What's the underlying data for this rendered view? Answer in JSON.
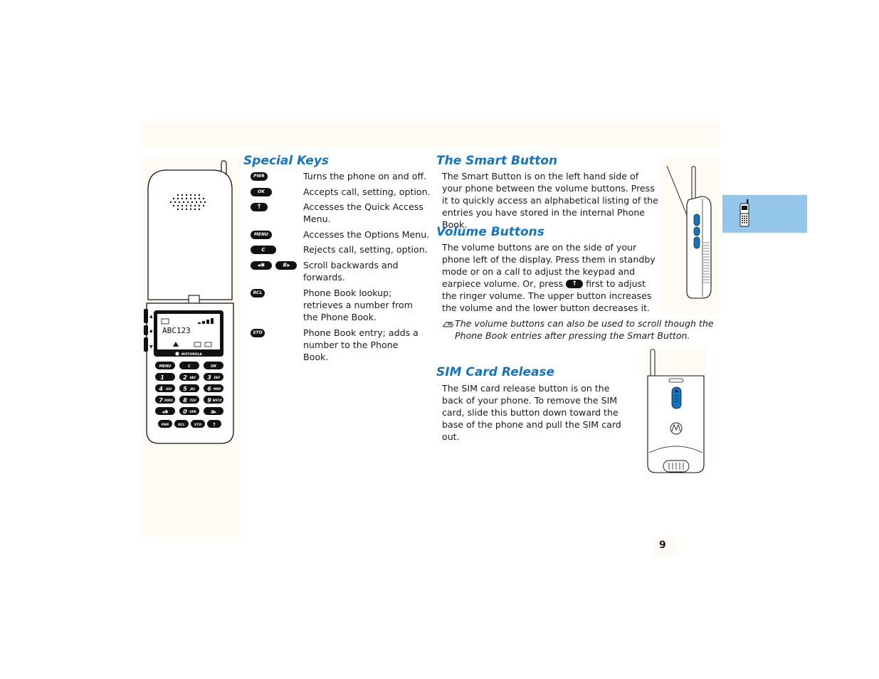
{
  "special_keys": {
    "title": "Special Keys",
    "items": [
      {
        "icon": "pwr-key",
        "label": "PWR",
        "desc": "Turns the phone on and off."
      },
      {
        "icon": "ok-key",
        "label": "OK",
        "desc": "Accepts call, setting, option."
      },
      {
        "icon": "quick-access-key",
        "label": "",
        "desc": "Accesses the Quick Access Menu."
      },
      {
        "icon": "menu-key",
        "label": "MENU",
        "desc": "Accesses the Options Menu."
      },
      {
        "icon": "c-key",
        "label": "C",
        "desc": "Rejects call, setting, option."
      },
      {
        "icon": "scroll-keys",
        "label": "",
        "desc": "Scroll backwards and forwards."
      },
      {
        "icon": "rcl-key",
        "label": "RCL",
        "desc": "Phone Book lookup; retrieves a number from the Phone Book."
      },
      {
        "icon": "sto-key",
        "label": "STO",
        "desc": "Phone Book entry; adds a number to the Phone Book."
      }
    ]
  },
  "smart_button": {
    "title": "The Smart Button",
    "body": "The Smart Button is on the left hand side of your phone between the volume buttons. Press it to quickly access an alphabetical listing of the entries you have stored in the internal Phone Book."
  },
  "volume_buttons": {
    "title": "Volume Buttons",
    "body_before": "The volume buttons are on the side of your phone left of the display. Press them in standby mode or on a call to adjust the keypad and earpiece volume. Or, press",
    "body_after": "first to adjust the ringer volume. The upper button increases the volume and the lower button decreases it.",
    "note": "The volume buttons can also be used to scroll though the Phone Book entries after pressing the Smart Button."
  },
  "sim_card": {
    "title": "SIM Card Release",
    "body": "The SIM card release button is on the back of your phone. To remove the SIM card, slide this button down toward the base of the phone and pull the SIM card out."
  },
  "phone_illustration": {
    "display_text": "ABC123",
    "brand": "MOTOROLA",
    "keys": {
      "menu": "MENU",
      "c": "C",
      "ok": "OK",
      "k1": "1",
      "k2": "2",
      "k2s": "ABC",
      "k3": "3",
      "k3s": "DEF",
      "k4": "4",
      "k4s": "GHI",
      "k5": "5",
      "k5s": "JKL",
      "k6": "6",
      "k6s": "MNO",
      "k7": "7",
      "k7s": "PQRS",
      "k8": "8",
      "k8s": "TUV",
      "k9": "9",
      "k9s": "WXYZ",
      "k0": "0",
      "k0s": "OPR",
      "pwr": "PWR",
      "rcl": "RCL",
      "sto": "STO"
    }
  },
  "page_number": "9"
}
